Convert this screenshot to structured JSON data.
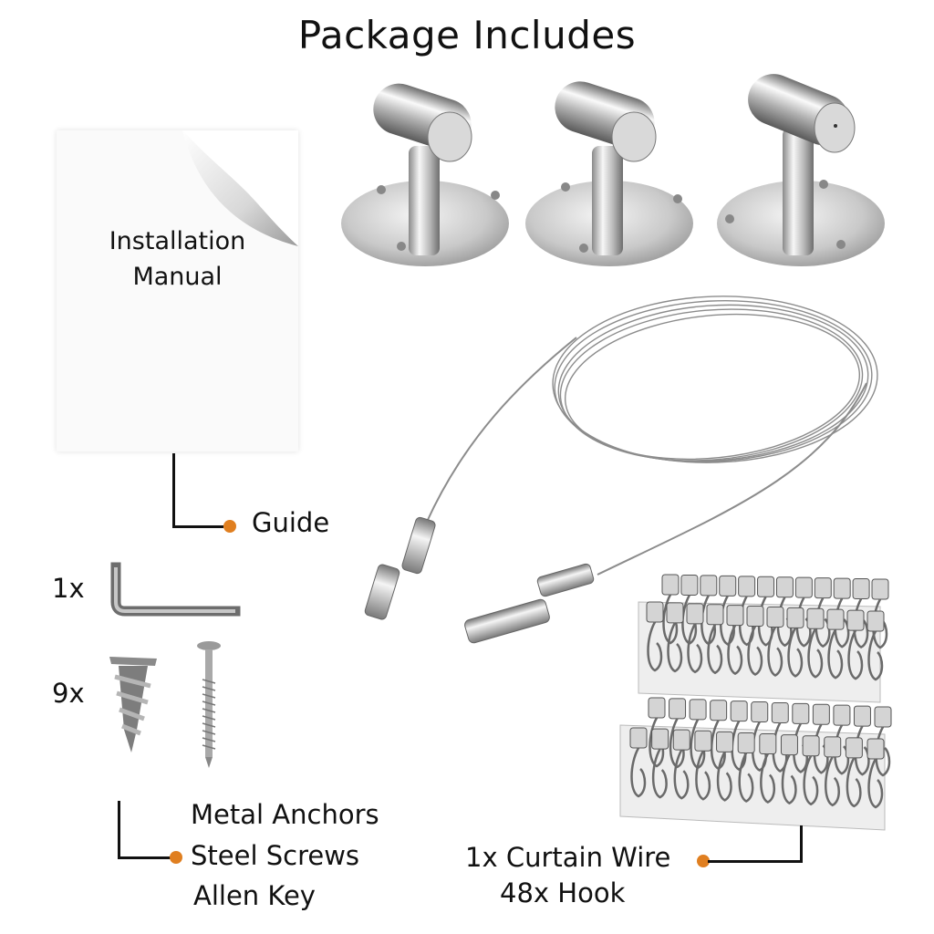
{
  "title": "Package Includes",
  "manual": {
    "line1": "Installation",
    "line2": "Manual"
  },
  "labels": {
    "guide": "Guide",
    "qty_allen": "1x",
    "qty_anchors": "9x",
    "anchors": "Metal Anchors",
    "screws": "Steel Screws",
    "allen": "Allen Key",
    "wire": "1x Curtain Wire",
    "hooks": "48x Hook"
  },
  "colors": {
    "accent": "#e07f20",
    "metal": "#c8c8c8"
  },
  "icons": [
    "bracket-icon",
    "cable-icon",
    "hook-strip-icon",
    "allen-key-icon",
    "anchor-icon",
    "screw-icon",
    "manual-icon"
  ]
}
